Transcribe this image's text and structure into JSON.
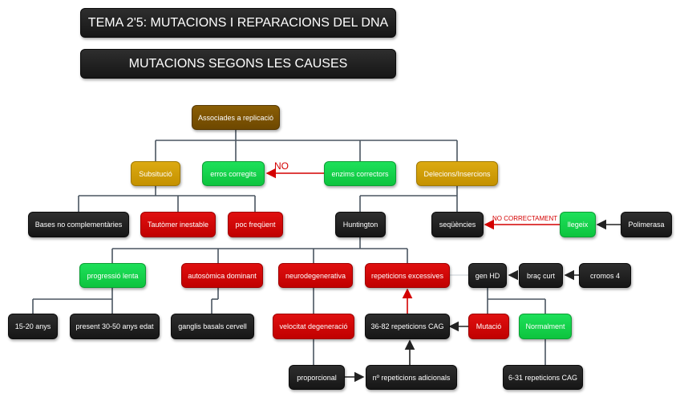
{
  "title": "TEMA 2'5: MUTACIONS I REPARACIONS DEL DNA",
  "subtitle": "MUTACIONS SEGONS LES CAUSES",
  "nodes": {
    "associades": "Associades a replicació",
    "subsitucio": "Subsitució",
    "erros": "erros corregits",
    "enzims": "enzims correctors",
    "delecions": "Delecions/Insercions",
    "bases": "Bases no complementàries",
    "tautomer": "Tautòmer inestable",
    "poc": "poc freqüent",
    "huntington": "Huntington",
    "sequencies": "seqüències",
    "llegeix": "llegeix",
    "polimerasa": "Polimerasa",
    "progressio": "progressió lenta",
    "autosomica": "autosòmica dominant",
    "neurodegenerativa": "neurodegenerativa",
    "repeticions": "repeticions excessives",
    "genhd": "gen HD",
    "bracurt": "braç curt",
    "cromos": "cromos 4",
    "anys1520": "15-20 anys",
    "present": "present 30-50 anys edat",
    "ganglis": "ganglis basals cervell",
    "velocitat": "velocitat degeneració",
    "cag3682": "36-82 repeticions CAG",
    "mutacio": "Mutació",
    "normalment": "Normalment",
    "proporcional": "proporcional",
    "adicionals": "nº repeticions adicionals",
    "cag631": "6-31 repeticions CAG"
  },
  "labels": {
    "no": "NO",
    "no_correctament": "NO CORRECTAMENT"
  },
  "colors": {
    "dark": "#1f1f1f",
    "red": "#d10a0a",
    "green": "#15d24b",
    "gold": "#d4a00a",
    "brown": "#7a5203",
    "line": "#4a5560",
    "arrow_red": "#d40000"
  }
}
